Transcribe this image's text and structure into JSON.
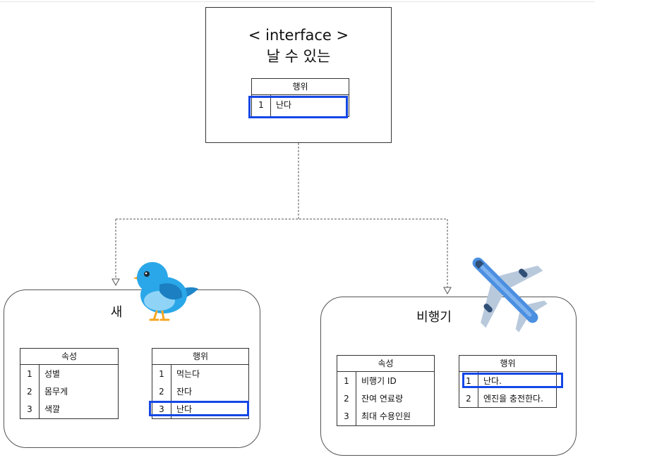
{
  "interface_box": {
    "title": "< interface >",
    "subtitle": "날 수 있는",
    "behavior_table": {
      "header": "행위",
      "rows": [
        {
          "num": "1",
          "text": "난다"
        }
      ]
    }
  },
  "bird_class": {
    "name": "새",
    "attributes": {
      "header": "속성",
      "rows": [
        {
          "num": "1",
          "text": "성별"
        },
        {
          "num": "2",
          "text": "몸무게"
        },
        {
          "num": "3",
          "text": "색깔"
        }
      ]
    },
    "behaviors": {
      "header": "행위",
      "rows": [
        {
          "num": "1",
          "text": "먹는다"
        },
        {
          "num": "2",
          "text": "잔다"
        },
        {
          "num": "3",
          "text": "난다"
        }
      ]
    }
  },
  "airplane_class": {
    "name": "비행기",
    "attributes": {
      "header": "속성",
      "rows": [
        {
          "num": "1",
          "text": "비행기 ID"
        },
        {
          "num": "2",
          "text": "잔여 연료량"
        },
        {
          "num": "3",
          "text": "최대 수용인원"
        }
      ]
    },
    "behaviors": {
      "header": "행위",
      "rows": [
        {
          "num": "1",
          "text": "난다."
        },
        {
          "num": "2",
          "text": "엔진을 충전한다."
        }
      ]
    }
  },
  "colors": {
    "highlight": "#1447e6",
    "bird_blue": "#2aa7e8",
    "plane_blue": "#4b8fe0",
    "border": "#333333"
  }
}
